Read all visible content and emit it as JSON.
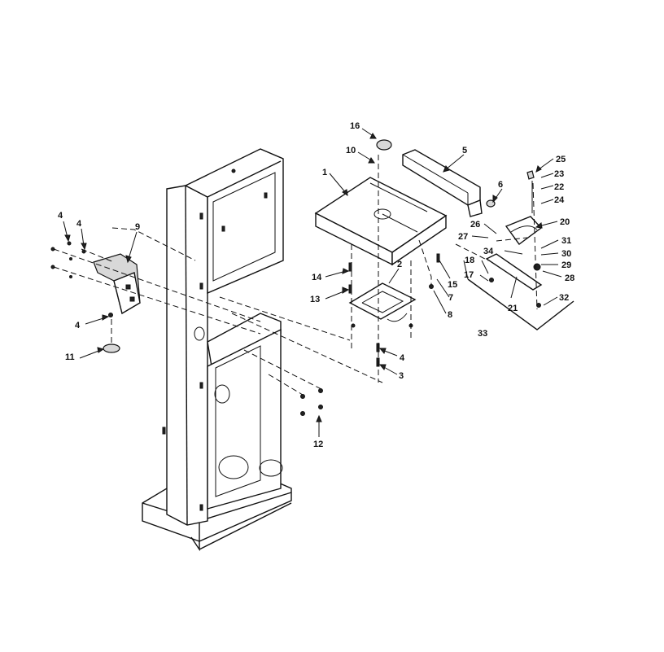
{
  "diagram": {
    "callouts": [
      "1",
      "2",
      "3",
      "4",
      "4",
      "4",
      "4",
      "5",
      "6",
      "7",
      "8",
      "9",
      "10",
      "11",
      "12",
      "13",
      "14",
      "15",
      "16",
      "17",
      "18",
      "20",
      "21",
      "22",
      "23",
      "24",
      "25",
      "26",
      "27",
      "28",
      "29",
      "30",
      "31",
      "32",
      "33",
      "34"
    ]
  }
}
